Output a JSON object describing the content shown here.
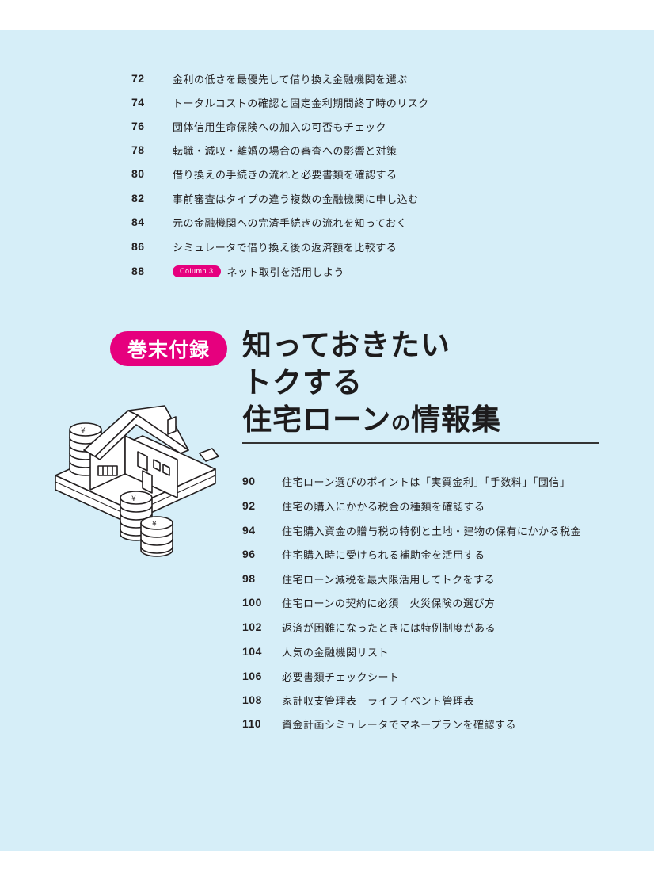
{
  "toc_top": [
    {
      "page": "72",
      "text": "金利の低さを最優先して借り換え金融機関を選ぶ"
    },
    {
      "page": "74",
      "text": "トータルコストの確認と固定金利期間終了時のリスク"
    },
    {
      "page": "76",
      "text": "団体信用生命保険への加入の可否もチェック"
    },
    {
      "page": "78",
      "text": "転職・減収・離婚の場合の審査への影響と対策"
    },
    {
      "page": "80",
      "text": "借り換えの手続きの流れと必要書類を確認する"
    },
    {
      "page": "82",
      "text": "事前審査はタイプの違う複数の金融機関に申し込む"
    },
    {
      "page": "84",
      "text": "元の金融機関への完済手続きの流れを知っておく"
    },
    {
      "page": "86",
      "text": "シミュレータで借り換え後の返済額を比較する"
    },
    {
      "page": "88",
      "badge": "Column 3",
      "text": "ネット取引を活用しよう"
    }
  ],
  "appendix": {
    "badge": "巻末付録",
    "title_line1": "知っておきたい",
    "title_line2": "トクする",
    "title_line3a": "住宅ローン",
    "title_line3b": "の",
    "title_line3c": "情報集"
  },
  "toc_bottom": [
    {
      "page": "90",
      "text": "住宅ローン選びのポイントは「実質金利」「手数料」「団信」"
    },
    {
      "page": "92",
      "text": "住宅の購入にかかる税金の種類を確認する"
    },
    {
      "page": "94",
      "text": "住宅購入資金の贈与税の特例と土地・建物の保有にかかる税金"
    },
    {
      "page": "96",
      "text": "住宅購入時に受けられる補助金を活用する"
    },
    {
      "page": "98",
      "text": "住宅ローン減税を最大限活用してトクをする"
    },
    {
      "page": "100",
      "text": "住宅ローンの契約に必須　火災保険の選び方"
    },
    {
      "page": "102",
      "text": "返済が困難になったときには特例制度がある"
    },
    {
      "page": "104",
      "text": "人気の金融機関リスト"
    },
    {
      "page": "106",
      "text": "必要書類チェックシート"
    },
    {
      "page": "108",
      "text": "家計収支管理表　ライフイベント管理表"
    },
    {
      "page": "110",
      "text": "資金計画シミュレータでマネープランを確認する"
    }
  ],
  "colors": {
    "accent": "#e6007e",
    "panel": "#d6eef8"
  }
}
